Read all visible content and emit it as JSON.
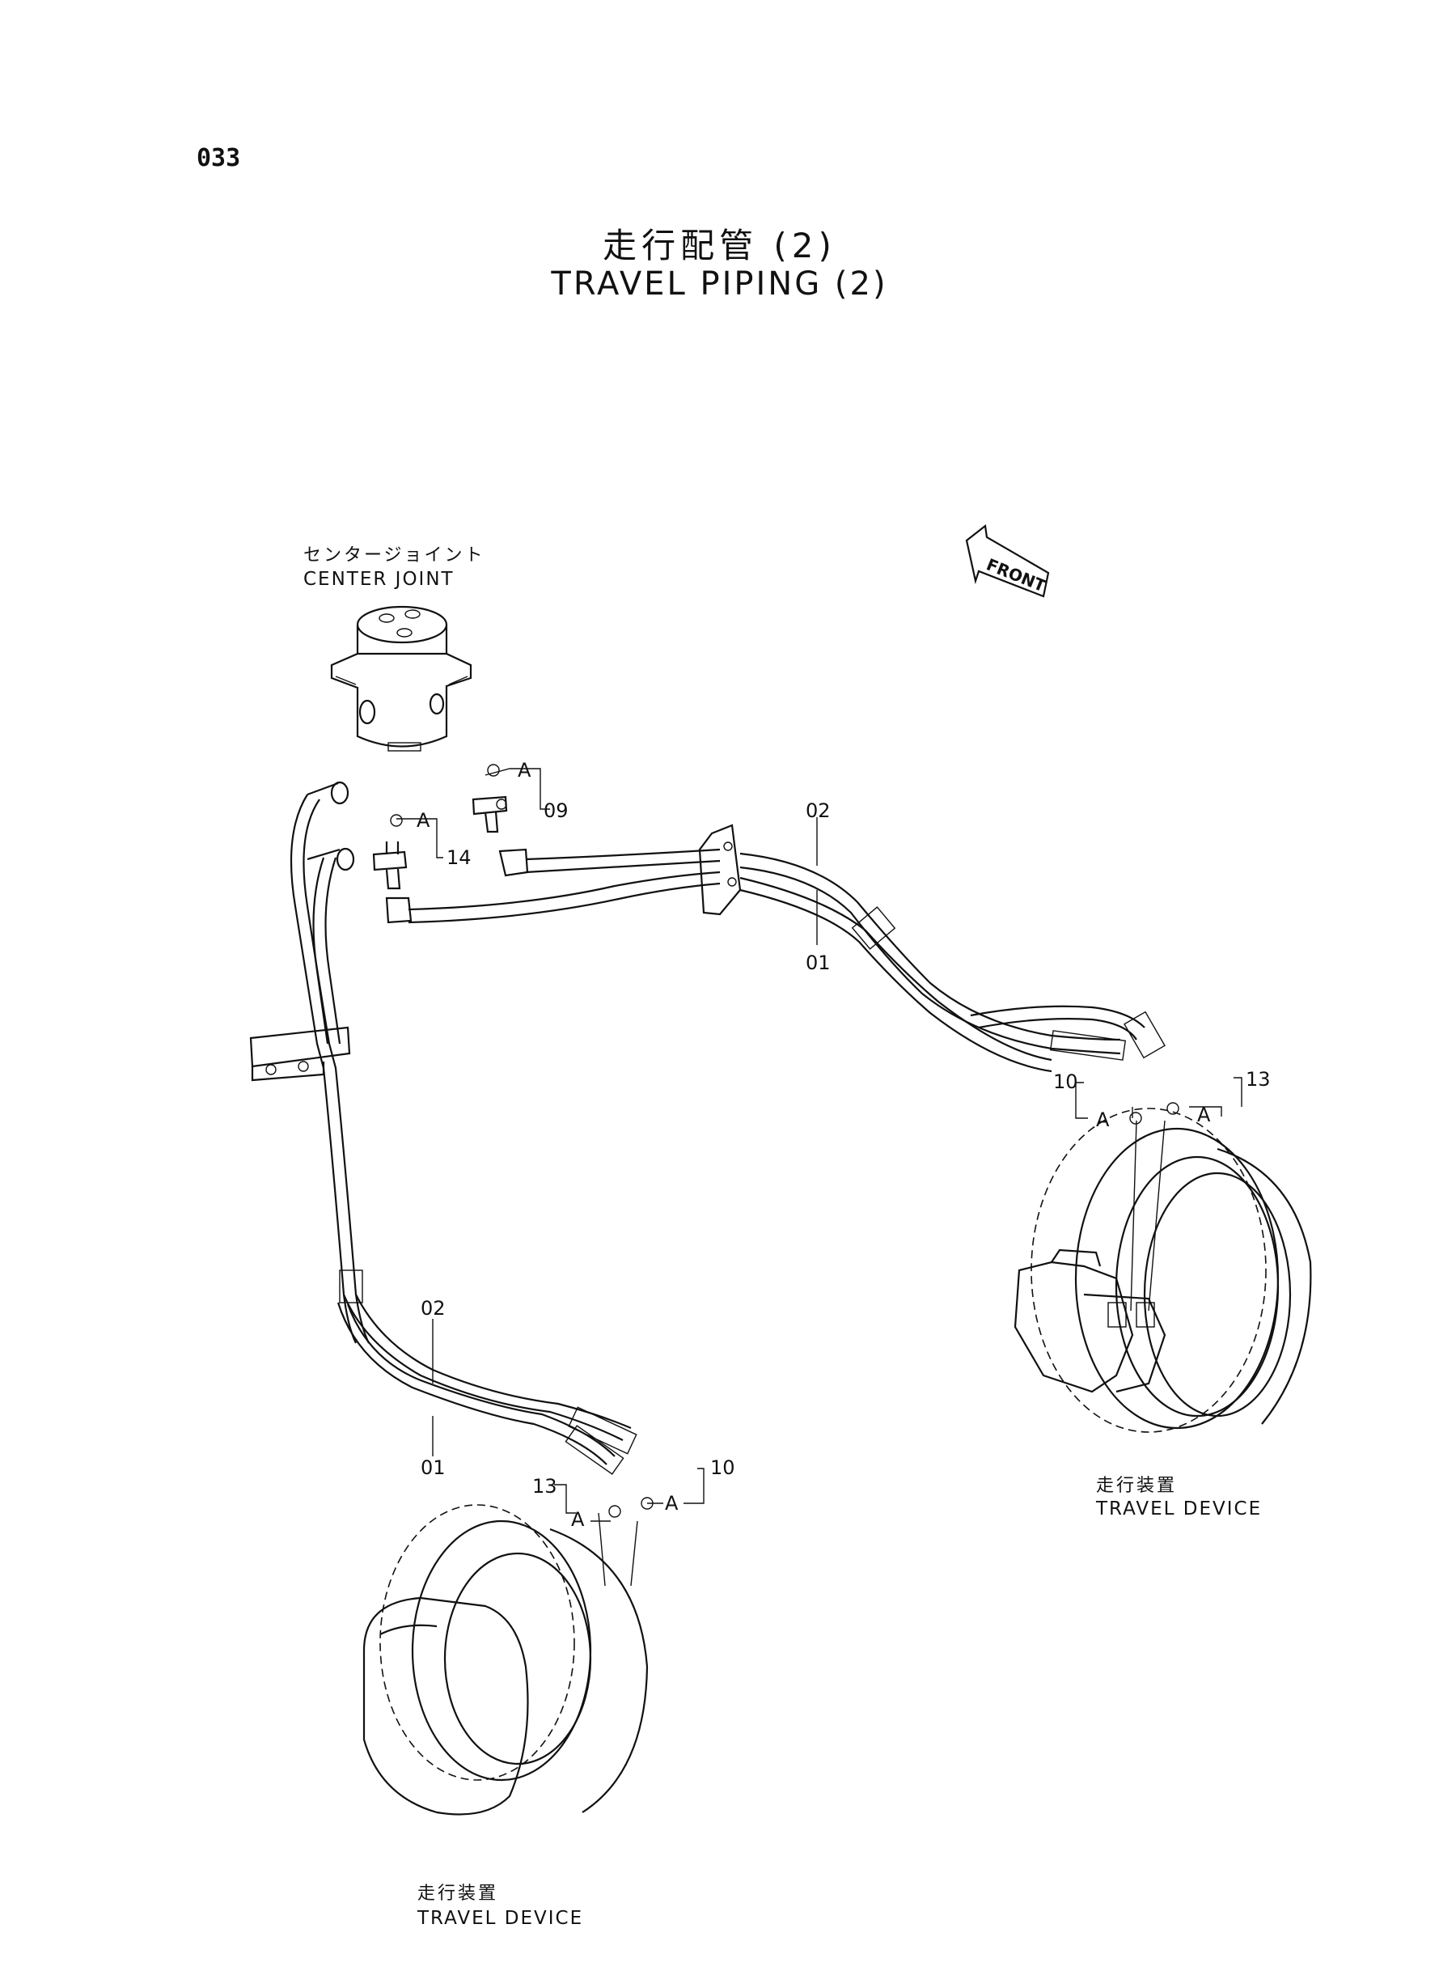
{
  "page_number": "033",
  "title": {
    "jp": "走行配管 (2)",
    "en": "TRAVEL PIPING (2)"
  },
  "labels": {
    "center_joint_jp": "センタージョイント",
    "center_joint_en": "CENTER JOINT",
    "front": "FRONT",
    "travel_device_right_jp": "走行装置",
    "travel_device_right_en": "TRAVEL DEVICE",
    "travel_device_left_jp": "走行装置",
    "travel_device_left_en": "TRAVEL DEVICE"
  },
  "callouts": {
    "c09": "09",
    "c14": "14",
    "c02_top": "02",
    "c01_top": "01",
    "c10_right": "10",
    "c13_right": "13",
    "c02_bottom": "02",
    "c01_bottom": "01",
    "c13_left": "13",
    "c10_left": "10",
    "a": "A"
  },
  "colors": {
    "ink": "#111111",
    "paper": "#ffffff"
  }
}
